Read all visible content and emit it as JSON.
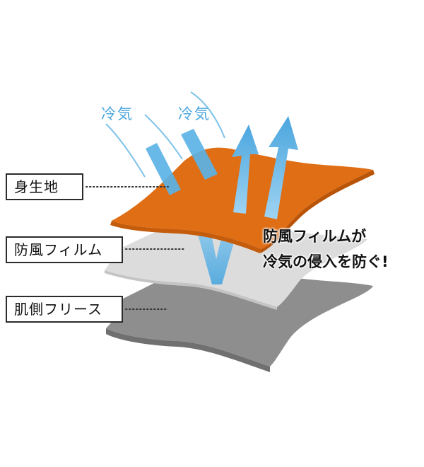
{
  "labels": {
    "outer": "身生地",
    "film": "防風フィルム",
    "fleece": "肌側フリース"
  },
  "cold_air": {
    "left": "冷気",
    "right": "冷気"
  },
  "callout": {
    "line1": "防風フィルムが",
    "line2": "冷気の侵入を防ぐ!"
  },
  "colors": {
    "outer_fabric": "#e06e14",
    "film": "#d9d9d9",
    "fleece": "#8e8e8e",
    "arrow": "#5bb2e6",
    "cold_text": "#4aa6de"
  }
}
